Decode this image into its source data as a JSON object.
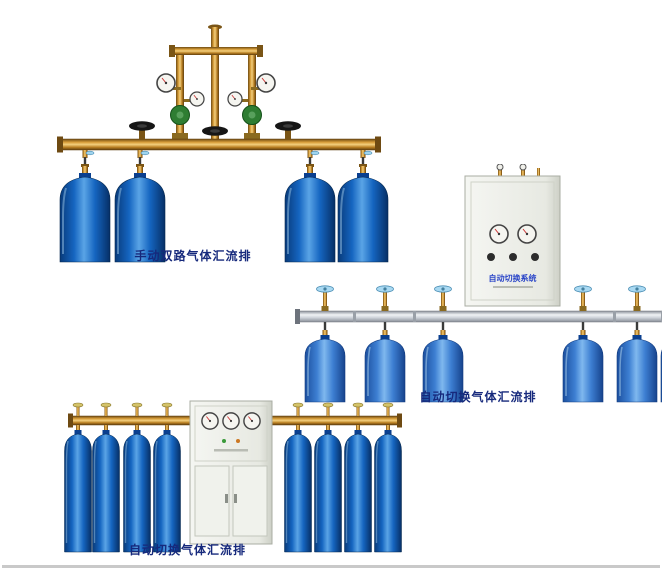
{
  "products": [
    {
      "caption": "手动双路气体汇流排"
    },
    {
      "caption": "自动切换气体汇流排"
    },
    {
      "caption": "自动切换气体汇流排"
    }
  ],
  "cabinet": {
    "label": "自动切换系统"
  },
  "colors": {
    "cylinder_blue": "#1565c0",
    "brass": "#d99f3a",
    "silver_pipe": "#cfd3da",
    "cabinet_body": "#e9ebe4",
    "caption_text": "#16297c",
    "cabinet_label_blue": "#2b46c8"
  }
}
